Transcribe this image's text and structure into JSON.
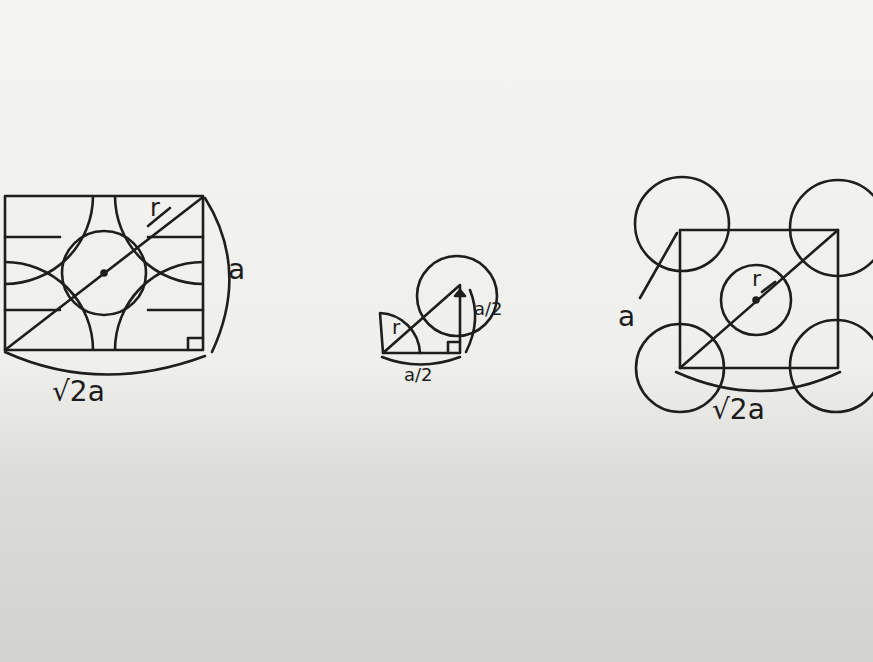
{
  "diagram": {
    "labels": [
      "r",
      "a",
      "√2a",
      "r",
      "a/2",
      "a/2",
      "a",
      "r",
      "√2a"
    ]
  }
}
